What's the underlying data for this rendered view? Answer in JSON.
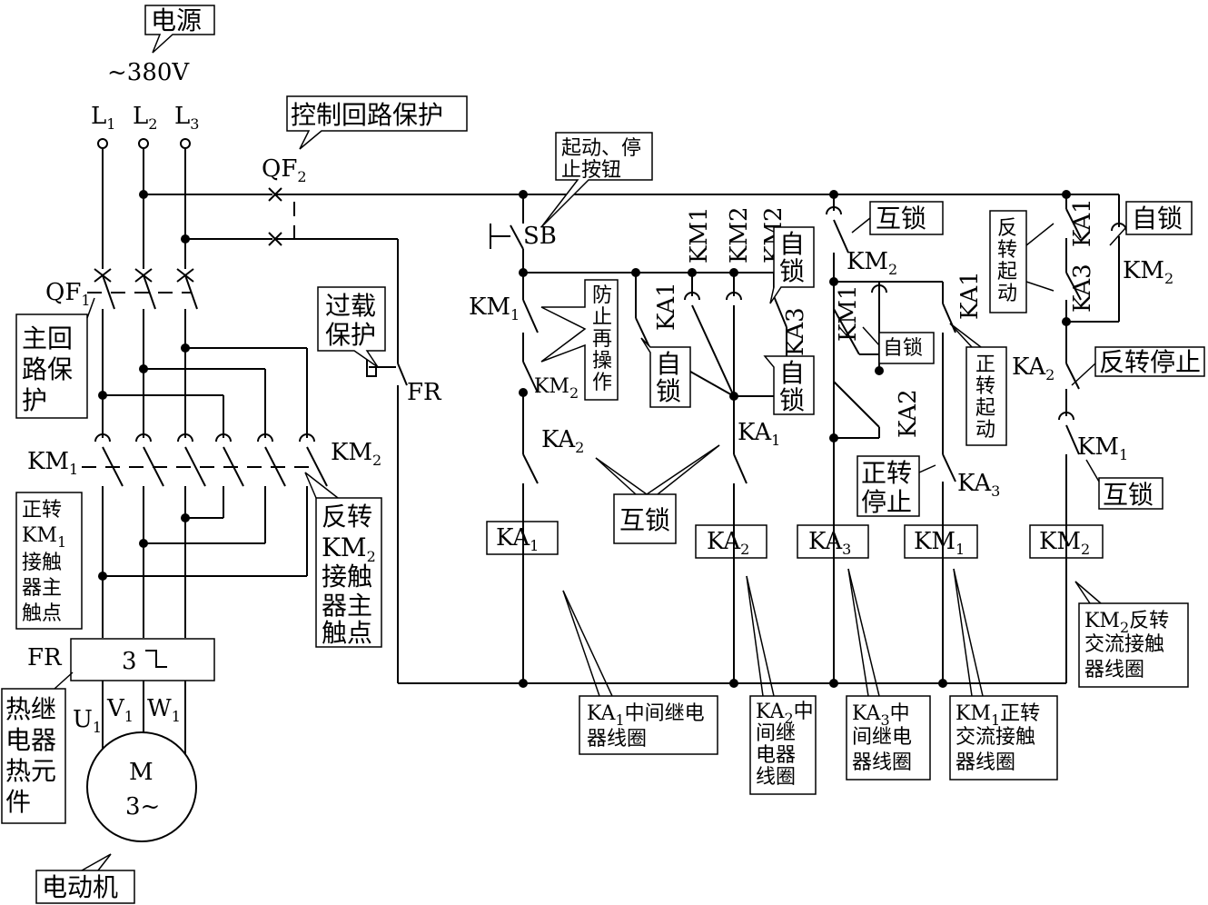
{
  "power": {
    "source_label": "电源",
    "voltage": "~380V",
    "phases": [
      "L",
      "L",
      "L"
    ],
    "phase_subs": [
      "1",
      "2",
      "3"
    ]
  },
  "breakers": {
    "main": "QF",
    "main_sub": "1",
    "control": "QF",
    "control_sub": "2"
  },
  "callouts": {
    "control_protect": "控制回路保护",
    "main_protect": [
      "主回",
      "路保",
      "护"
    ],
    "start_stop": [
      "起动、停",
      "止按钮"
    ],
    "overload": [
      "过载",
      "保护"
    ],
    "prevent_reop": [
      "防",
      "止",
      "再",
      "操",
      "作"
    ],
    "self_lock": "自锁",
    "self_lock_v": [
      "自",
      "锁"
    ],
    "interlock": "互锁",
    "reverse_start": [
      "反",
      "转",
      "起",
      "动"
    ],
    "forward_start": [
      "正",
      "转",
      "起",
      "动"
    ],
    "reverse_stop": "反转停止",
    "forward_stop": [
      "正转",
      "停止"
    ],
    "fwd_contacts": [
      "正转",
      "KM",
      "接触",
      "器主",
      "触点"
    ],
    "rev_contacts": [
      "反转",
      "KM",
      "接触",
      "器主",
      "触点"
    ],
    "thermal": [
      "热继",
      "电器",
      "热元",
      "件"
    ],
    "motor_callout": "电动机",
    "ka1_coil": [
      "KA",
      "中间继电",
      "器线圈"
    ],
    "ka2_coil": [
      "KA",
      "中",
      "间继",
      "电器",
      "线圈"
    ],
    "ka3_coil": [
      "KA",
      "中",
      "间继电",
      "器线圈"
    ],
    "km1_coil": [
      "KM",
      "正转",
      "交流接触",
      "器线圈"
    ],
    "km2_coil": [
      "KM",
      "反转",
      "交流接触",
      "器线圈"
    ]
  },
  "components": {
    "sb": "SB",
    "fr": "FR",
    "fr_box": "3",
    "motor": "M",
    "motor_phase": "3~",
    "motor_terms": [
      "U",
      "V",
      "W"
    ],
    "km": "KM",
    "ka": "KA"
  },
  "coils": [
    {
      "name": "KA",
      "sub": "1"
    },
    {
      "name": "KA",
      "sub": "2"
    },
    {
      "name": "KA",
      "sub": "3"
    },
    {
      "name": "KM",
      "sub": "1"
    },
    {
      "name": "KM",
      "sub": "2"
    }
  ]
}
